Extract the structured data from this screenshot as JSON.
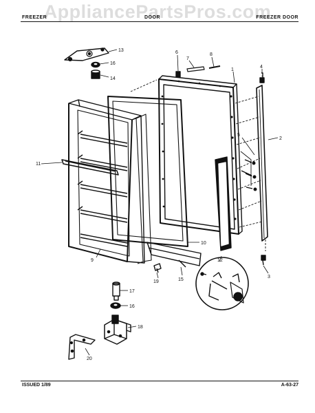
{
  "watermark": "AppliancePartsPros.com",
  "header": {
    "left": "FREEZER",
    "center": "DOOR",
    "right": "FREEZER DOOR"
  },
  "footer": {
    "issued": "ISSUED 1/89",
    "page_code": "A-63-27"
  },
  "callouts": [
    "1",
    "2",
    "3",
    "4",
    "5",
    "6",
    "7",
    "8",
    "9",
    "10",
    "11",
    "12",
    "13",
    "14",
    "15",
    "16",
    "16",
    "17",
    "18",
    "19",
    "20"
  ]
}
